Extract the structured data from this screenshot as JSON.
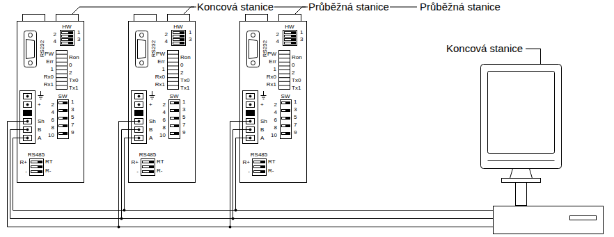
{
  "diagram": {
    "nodes": [
      {
        "text": [
          "Koncová stanice"
        ]
      },
      {
        "text": [
          "Průběžná stanice"
        ]
      },
      {
        "text": [
          "Průběžná stanice"
        ]
      },
      {
        "text": [
          "Koncová stanice"
        ]
      }
    ],
    "edges": [
      {
        "from": 0,
        "to": 3,
        "arrow": "none"
      },
      {
        "from": 1,
        "to": 3,
        "arrow": "none"
      },
      {
        "from": 2,
        "to": 3,
        "arrow": "none"
      }
    ],
    "labels": [
      "RS232",
      "HW",
      "2",
      "4",
      "1",
      "3",
      "PW",
      "Err",
      "1",
      "Rx0",
      "Rx1",
      "Ron",
      "0",
      "2",
      "Tx0",
      "Tx1",
      "SW",
      "2",
      "4",
      "6",
      "8",
      "10",
      "1",
      "3",
      "5",
      "7",
      "9",
      "+",
      "Sh",
      "B",
      "A",
      "RS485",
      "R+",
      "-",
      "RT",
      "R-",
      "RS232",
      "HW",
      "2",
      "4",
      "1",
      "3",
      "PW",
      "Err",
      "1",
      "Rx0",
      "Rx1",
      "Ron",
      "0",
      "2",
      "Tx0",
      "Tx1",
      "SW",
      "2",
      "4",
      "6",
      "8",
      "10",
      "1",
      "3",
      "5",
      "7",
      "9",
      "+",
      "Sh",
      "B",
      "A",
      "RS485",
      "R+",
      "-",
      "RT",
      "R-",
      "RS232",
      "HW",
      "2",
      "4",
      "1",
      "3",
      "PW",
      "Err",
      "1",
      "Rx0",
      "Rx1",
      "Ron",
      "0",
      "2",
      "Tx0",
      "Tx1",
      "SW",
      "2",
      "4",
      "6",
      "8",
      "10",
      "1",
      "3",
      "5",
      "7",
      "9",
      "+",
      "Sh",
      "B",
      "A",
      "RS485",
      "R+",
      "-",
      "RT",
      "R-"
    ]
  }
}
